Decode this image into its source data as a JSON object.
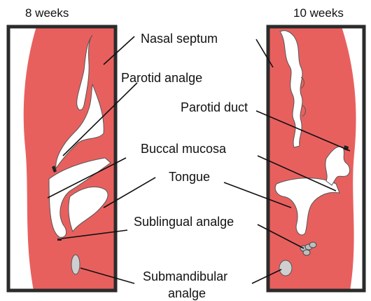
{
  "panels": {
    "left_age": "8 weeks",
    "right_age": "10 weeks"
  },
  "labels": {
    "nasal_septum": "Nasal septum",
    "parotid_anlage": "Parotid analge",
    "parotid_duct": "Parotid duct",
    "buccal_mucosa": "Buccal mucosa",
    "tongue": "Tongue",
    "sublingual_anlage": "Sublingual analge",
    "submandibular_line1": "Submandibular",
    "submandibular_line2": "analge"
  },
  "colors": {
    "tissue": "#e8605e",
    "frame": "#2b2b2b",
    "cavity": "#ffffff",
    "gland": "#bdbdbd"
  }
}
